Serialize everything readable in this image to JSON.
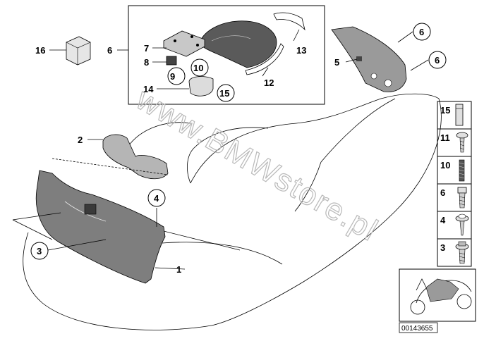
{
  "parts": [
    {
      "id": "1",
      "label": "1"
    },
    {
      "id": "2",
      "label": "2"
    },
    {
      "id": "3",
      "label": "3"
    },
    {
      "id": "4",
      "label": "4"
    },
    {
      "id": "5",
      "label": "5"
    },
    {
      "id": "6a",
      "label": "6"
    },
    {
      "id": "6b",
      "label": "6"
    },
    {
      "id": "7",
      "label": "7"
    },
    {
      "id": "8",
      "label": "8"
    },
    {
      "id": "9",
      "label": "9"
    },
    {
      "id": "10",
      "label": "10"
    },
    {
      "id": "11",
      "label": "11"
    },
    {
      "id": "12",
      "label": "12"
    },
    {
      "id": "13",
      "label": "13"
    },
    {
      "id": "14",
      "label": "14"
    },
    {
      "id": "15",
      "label": "15"
    },
    {
      "id": "16",
      "label": "16"
    }
  ],
  "fastener_legend": [
    {
      "label": "15",
      "icon": "sleeve-icon"
    },
    {
      "label": "11",
      "icon": "pan-screw-icon"
    },
    {
      "label": "10",
      "icon": "threaded-rod-icon"
    },
    {
      "label": "6",
      "icon": "socket-screw-icon"
    },
    {
      "label": "4",
      "icon": "washer-screw-icon"
    },
    {
      "label": "3",
      "icon": "flange-bolt-icon"
    }
  ],
  "watermark": "www.BMWstore.pl",
  "diagram_code": "00143655",
  "colors": {
    "line": "#000000",
    "watermark": "#b9b9b9",
    "background": "#ffffff"
  }
}
